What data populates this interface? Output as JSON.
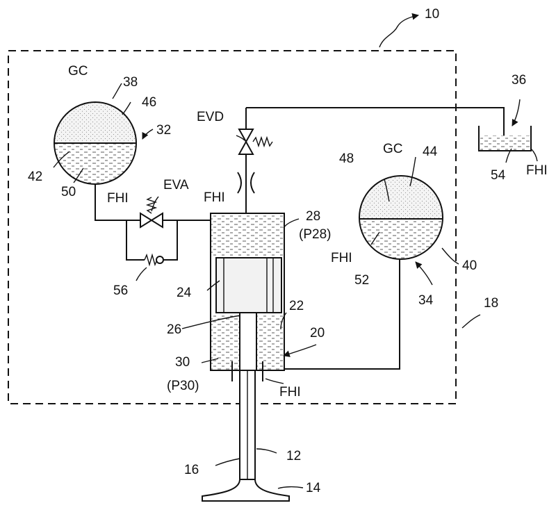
{
  "diagram": {
    "labels": {
      "system": "10",
      "valve": "12",
      "valve_head": "14",
      "valve_stem": "16",
      "housing": "18",
      "actuator": "20",
      "cylinder": "22",
      "piston": "24",
      "piston_rod": "26",
      "upper_chamber": "28",
      "upper_pressure": "(P28)",
      "lower_chamber": "30",
      "lower_pressure": "(P30)",
      "accumulator_left": "32",
      "accumulator_right": "34",
      "reservoir": "36",
      "left_wall": "38",
      "right_wall": "40",
      "left_membrane": "42",
      "right_membrane": "44",
      "left_gas": "46",
      "right_gas": "48",
      "left_liquid": "50",
      "right_liquid": "52",
      "reservoir_liquid": "54",
      "check_valve": "56",
      "valve_d": "EVD",
      "valve_a": "EVA",
      "gas": "GC",
      "fluid": "FHI"
    }
  }
}
